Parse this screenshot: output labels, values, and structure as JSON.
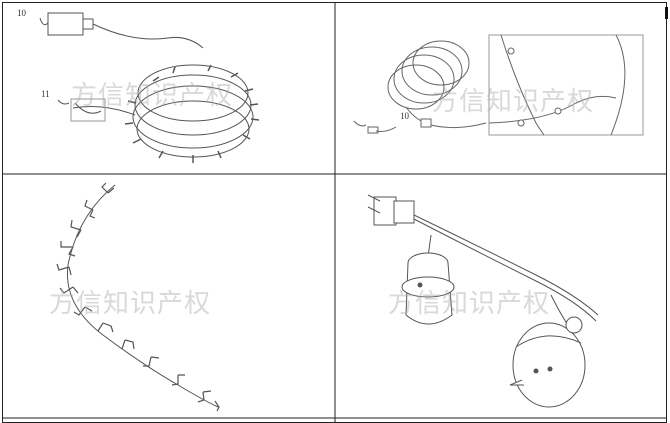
{
  "watermark_text": "方信知识产权",
  "panels": [
    {
      "ref_labels": [
        "10",
        "11"
      ],
      "subject": "coiled light string with power adapter"
    },
    {
      "ref_labels": [
        "10"
      ],
      "subject": "coiled light string with detail view"
    },
    {
      "ref_labels": [],
      "subject": "reindeer light string"
    },
    {
      "ref_labels": [],
      "subject": "snowman light string with plug"
    }
  ],
  "colors": {
    "line": "#555555",
    "border": "#222222",
    "watermark": "#aaaaaa"
  }
}
